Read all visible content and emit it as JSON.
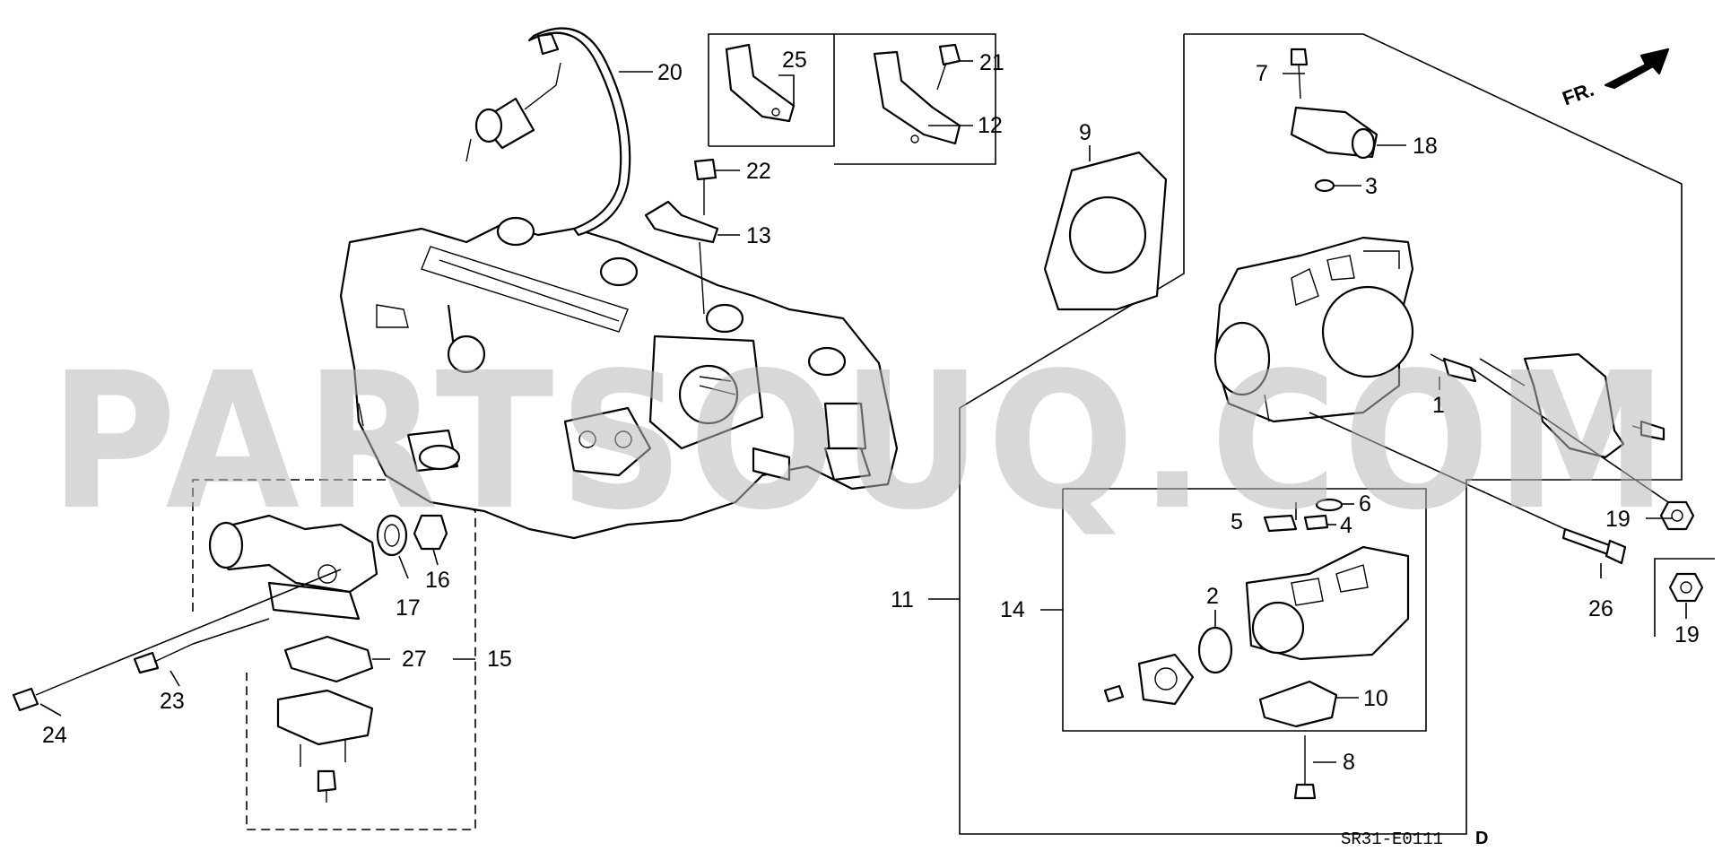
{
  "diagram": {
    "watermark": "PARTSOUQ.COM",
    "diagram_code": "SR31-E0111",
    "diagram_code_suffix": "D",
    "direction_label": "FR.",
    "callouts": [
      "1",
      "2",
      "3",
      "4",
      "5",
      "6",
      "7",
      "8",
      "9",
      "10",
      "11",
      "12",
      "13",
      "14",
      "15",
      "16",
      "17",
      "18",
      "19",
      "19",
      "20",
      "21",
      "22",
      "23",
      "24",
      "25",
      "26",
      "27"
    ]
  }
}
